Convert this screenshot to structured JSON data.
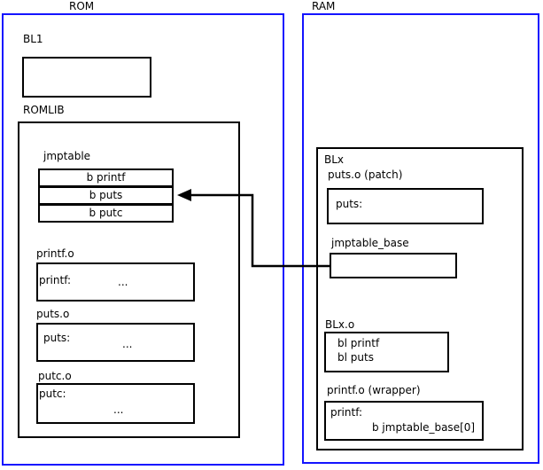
{
  "diagram": {
    "title": "ROM/RAM jump table patching diagram",
    "accent_color": "#1414ff",
    "line_color": "#000000",
    "background": "#ffffff"
  },
  "rom": {
    "label": "ROM",
    "bl1": {
      "label": "BL1",
      "body": ""
    },
    "romlib": {
      "label": "ROMLIB",
      "jmptable": {
        "label": "jmptable",
        "entries": [
          "b printf",
          "b puts",
          "b putc"
        ]
      },
      "objects": [
        {
          "label": "printf.o",
          "symbol": "printf:",
          "body": "..."
        },
        {
          "label": "puts.o",
          "symbol": "puts:",
          "body": "..."
        },
        {
          "label": "putc.o",
          "symbol": "putc:",
          "body": "..."
        }
      ]
    }
  },
  "ram": {
    "label": "RAM",
    "blx": {
      "label": "BLx",
      "patch": {
        "label": "puts.o (patch)",
        "symbol": "puts:"
      },
      "jmptable_base": {
        "label": "jmptable_base",
        "body": ""
      },
      "blx_o": {
        "label": "BLx.o",
        "lines": [
          "bl printf",
          "bl puts"
        ]
      },
      "wrapper": {
        "label": "printf.o (wrapper)",
        "symbol": "printf:",
        "instruction": "b jmptable_base[0]"
      }
    }
  },
  "connector": {
    "name": "jmptable-base-to-puts-entry-arrow",
    "from": "jmptable_base",
    "to": "jmptable entry: b puts"
  }
}
